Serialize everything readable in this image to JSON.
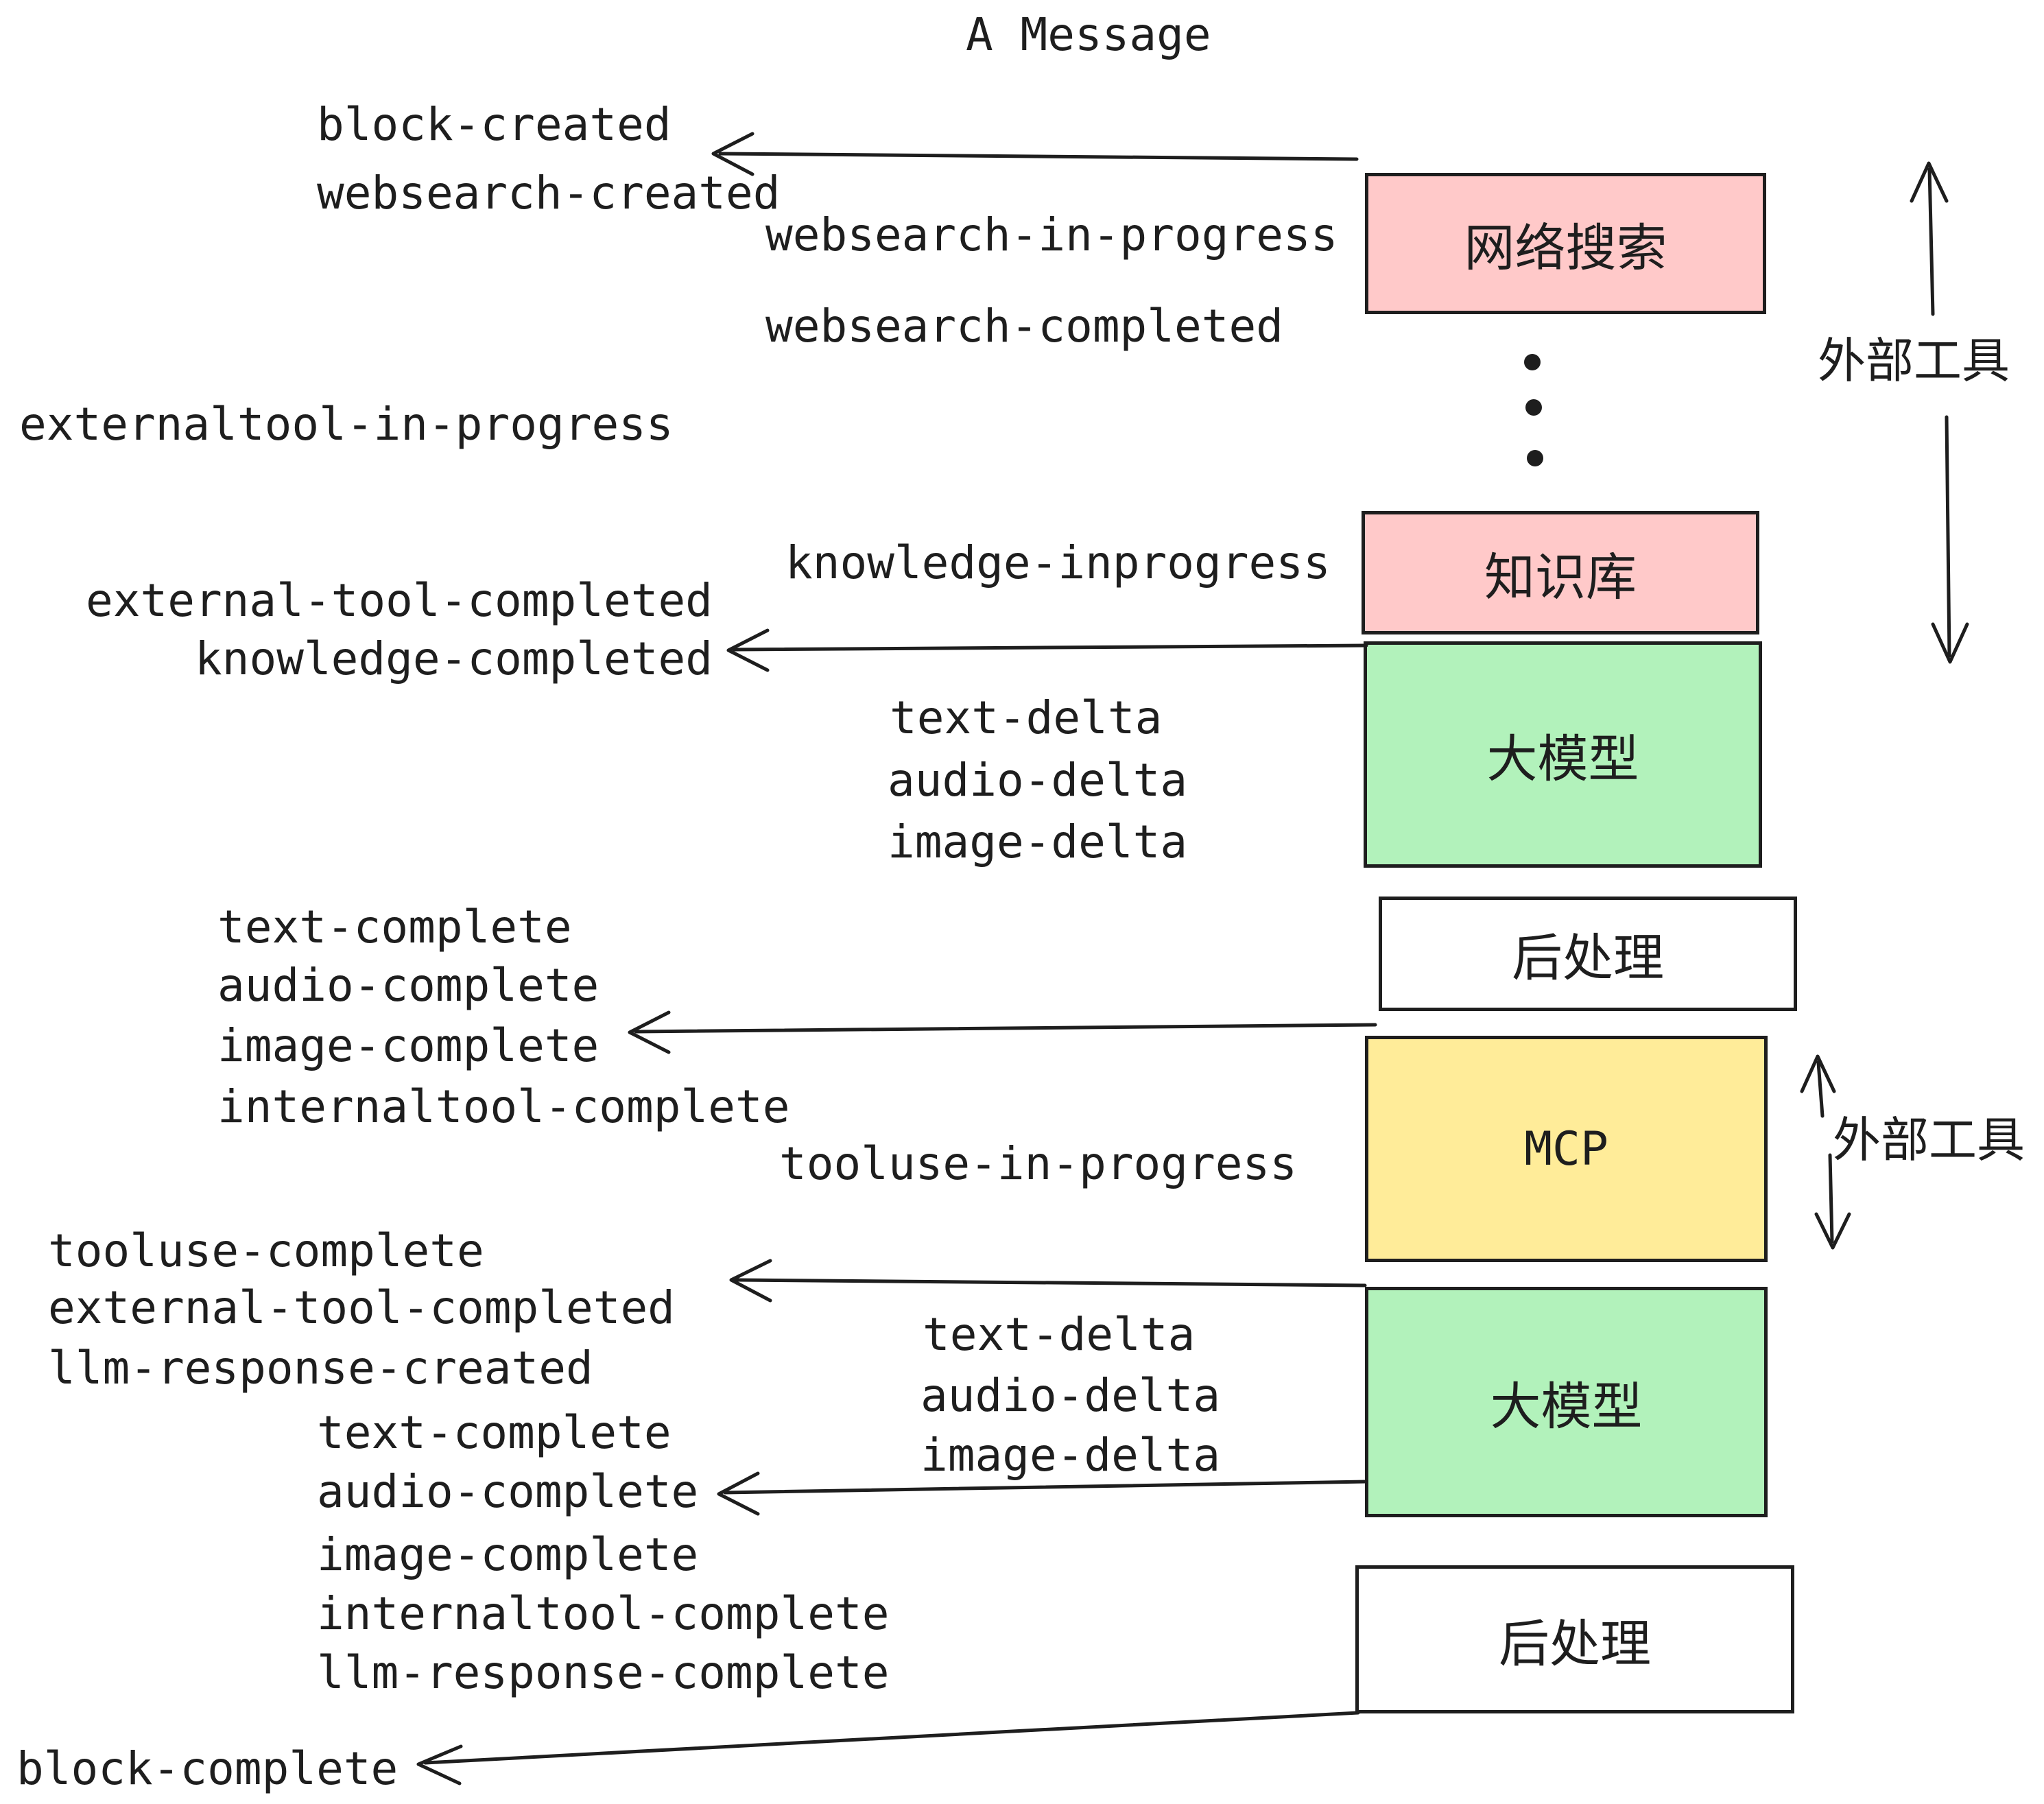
{
  "title": "A Message",
  "colors": {
    "box_pink": "#ffc9c9",
    "box_green": "#b2f2bb",
    "box_yellow": "#ffec99",
    "box_white": "#ffffff",
    "stroke": "#1e1e1e"
  },
  "boxes": {
    "websearch": "网络搜索",
    "knowledge": "知识库",
    "llm1": "大模型",
    "post1": "后处理",
    "mcp": "MCP",
    "llm2": "大模型",
    "post2": "后处理"
  },
  "side_labels": {
    "external_tools_top": "外部工具",
    "external_tools_mcp": "外部工具"
  },
  "events": {
    "block_created": "block-created",
    "websearch_created": "websearch-created",
    "websearch_in_progress": "websearch-in-progress",
    "websearch_completed": "websearch-completed",
    "externaltool_in_progress": "externaltool-in-progress",
    "knowledge_inprogress": "knowledge-inprogress",
    "external_tool_completed_1": "external-tool-completed",
    "knowledge_completed": "knowledge-completed",
    "text_delta_1": "text-delta",
    "audio_delta_1": "audio-delta",
    "image_delta_1": "image-delta",
    "text_complete_1": "text-complete",
    "audio_complete_1": "audio-complete",
    "image_complete_1": "image-complete",
    "internaltool_complete_1": "internaltool-complete",
    "tooluse_in_progress": "tooluse-in-progress",
    "tooluse_complete": "tooluse-complete",
    "external_tool_completed_2": "external-tool-completed",
    "llm_response_created": "llm-response-created",
    "text_delta_2": "text-delta",
    "audio_delta_2": "audio-delta",
    "image_delta_2": "image-delta",
    "text_complete_2": "text-complete",
    "audio_complete_2": "audio-complete",
    "image_complete_2": "image-complete",
    "internaltool_complete_2": "internaltool-complete",
    "llm_response_complete": "llm-response-complete",
    "block_complete": "block-complete"
  }
}
